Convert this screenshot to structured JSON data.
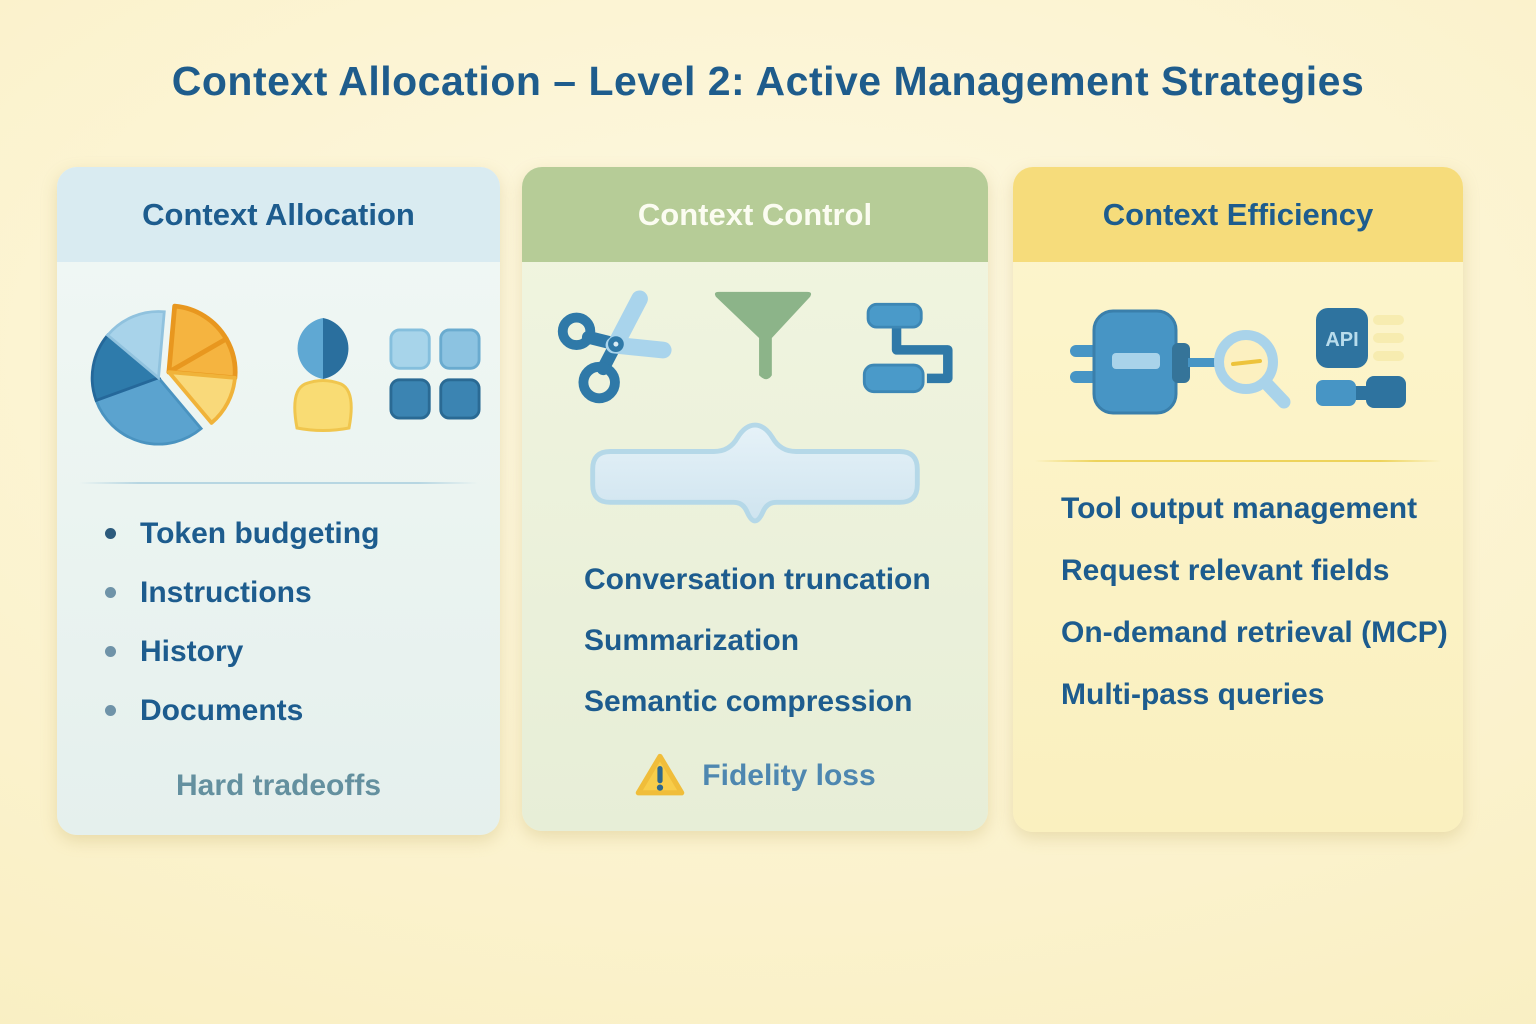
{
  "title": "Context Allocation – Level 2: Active Management Strategies",
  "cards": {
    "allocation": {
      "title": "Context Allocation",
      "items": [
        "Token budgeting",
        "Instructions",
        "History",
        "Documents"
      ],
      "footer": "Hard tradeoffs",
      "icons": [
        "pie-chart-icon",
        "user-icon",
        "grid-squares-icon"
      ]
    },
    "control": {
      "title": "Context Control",
      "items": [
        "Conversation truncation",
        "Summarization",
        "Semantic compression"
      ],
      "warning": "Fidelity loss",
      "icons": [
        "scissors-icon",
        "funnel-icon",
        "flowchart-icon",
        "compress-bar-icon",
        "warning-triangle-icon"
      ]
    },
    "efficiency": {
      "title": "Context Efficiency",
      "items": [
        "Tool output management",
        "Request relevant fields",
        "On-demand retrieval (MCP)",
        "Multi-pass queries"
      ],
      "api_label": "API",
      "icons": [
        "plug-icon",
        "magnifier-icon",
        "api-chip-icon",
        "connector-blocks-icon"
      ]
    }
  },
  "colors": {
    "background": "#fbf2cc",
    "title_text": "#1e5c8c",
    "allocation_header_bg": "#d9ebf1",
    "control_header_bg": "#b6cc97",
    "efficiency_header_bg": "#f6dc7b",
    "control_header_text": "#fbfcf1",
    "item_text": "#1d5c8e",
    "footer_muted_text": "#64909f",
    "warning_text": "#4e87b0",
    "warning_triangle": "#f8cd4a",
    "icon_blue_dark": "#2f79a8",
    "icon_blue_light": "#a9d4ec",
    "icon_green": "#8cb489",
    "icon_orange": "#f5b440",
    "icon_yellow": "#f9dc74"
  }
}
